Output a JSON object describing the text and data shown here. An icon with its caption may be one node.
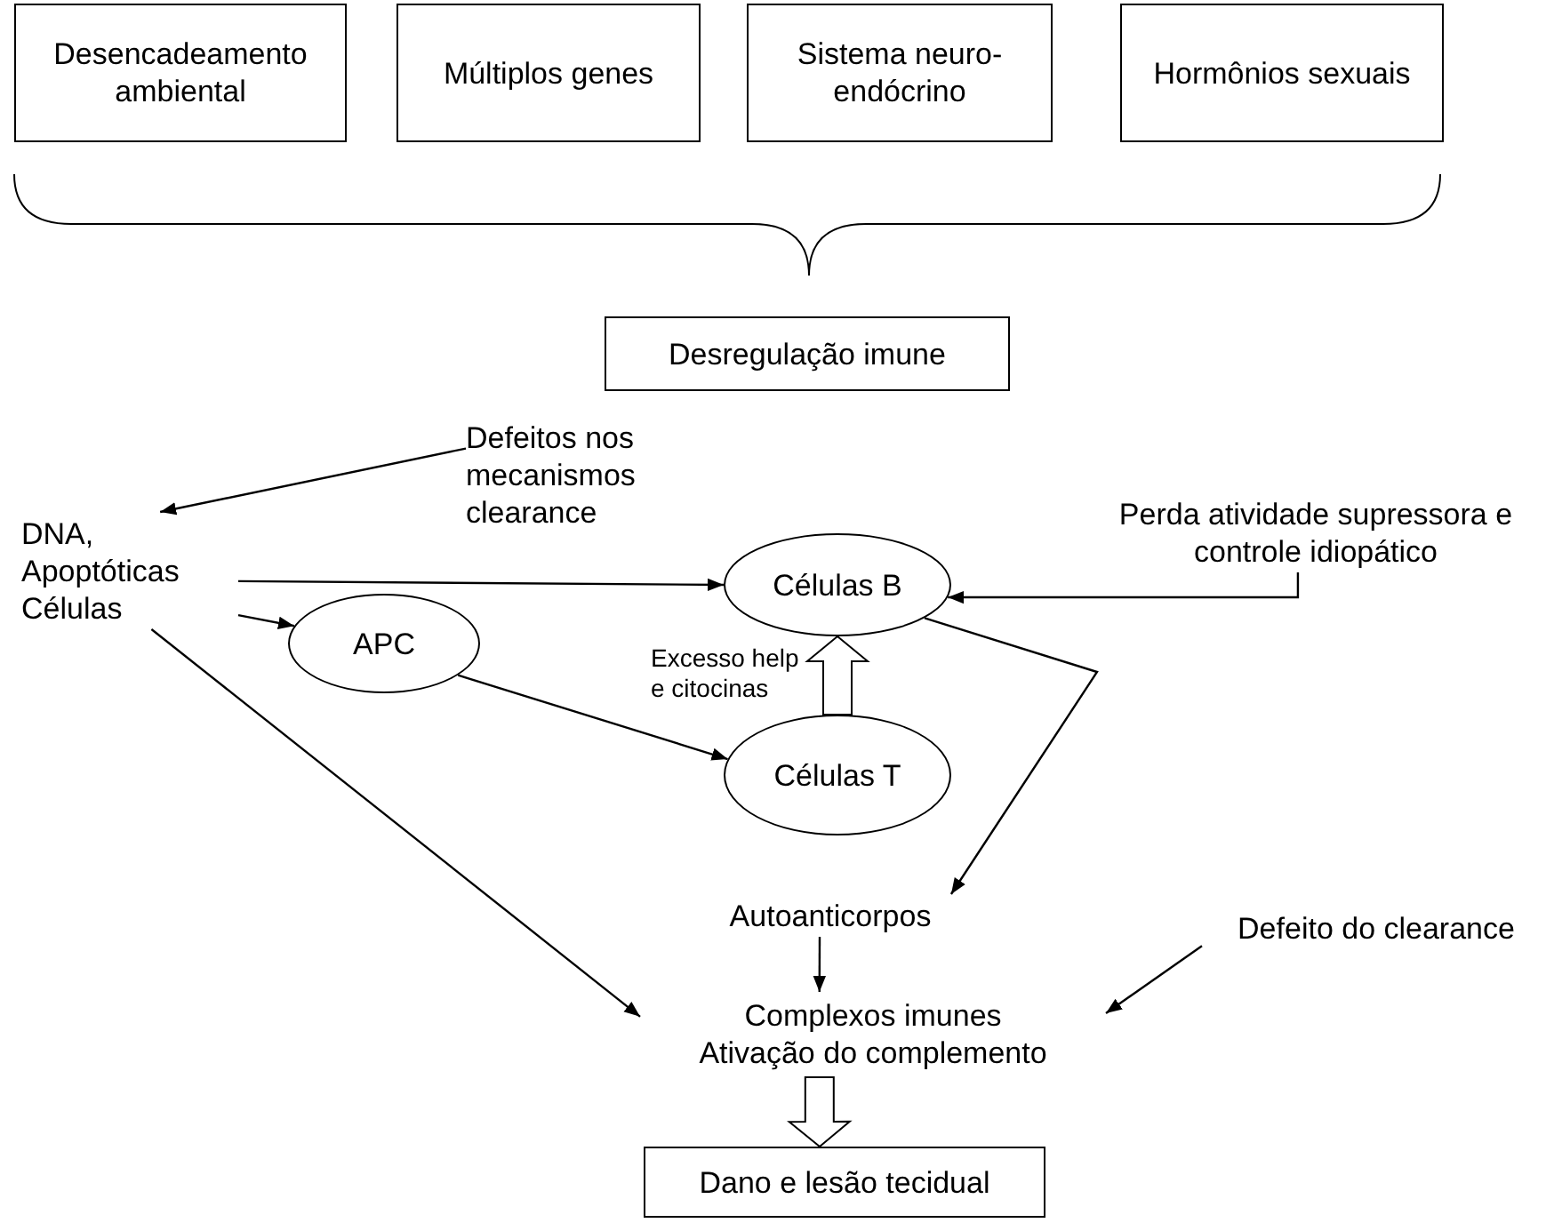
{
  "diagram": {
    "nodes": [
      {
        "text": [
          "Desencadeamento ambiental"
        ]
      },
      {
        "text": [
          "Múltiplos genes"
        ]
      },
      {
        "text": [
          "Sistema neuro-endócrino"
        ]
      },
      {
        "text": [
          "Hormônios sexuais"
        ]
      },
      {
        "text": [
          "Desregulação imune"
        ]
      },
      {
        "text": [
          "Defeitos nos mecanismos clearance"
        ]
      },
      {
        "text": [
          "Perda atividade supressora e controle idiopático"
        ]
      },
      {
        "text": [
          "DNA, Apoptóticas Células"
        ]
      },
      {
        "text": [
          "Células B"
        ]
      },
      {
        "text": [
          "APC"
        ]
      },
      {
        "text": [
          "Células T"
        ]
      },
      {
        "text": [
          "Autoanticorpos"
        ]
      },
      {
        "text": [
          "Defeito do clearance"
        ]
      },
      {
        "text": [
          "Complexos imunes",
          "Ativação do complemento"
        ]
      },
      {
        "text": [
          "Dano e lesão tecidual"
        ]
      }
    ],
    "edges": [
      {
        "from": 5,
        "to": 7,
        "arrow": "to"
      },
      {
        "from": 7,
        "to": 8,
        "arrow": "to"
      },
      {
        "from": 6,
        "to": 8,
        "arrow": "to"
      },
      {
        "from": 7,
        "to": 9,
        "arrow": "to"
      },
      {
        "from": 10,
        "to": 8,
        "arrow": "to",
        "style": "thick",
        "label": "Excesso help e citocinas"
      },
      {
        "from": 9,
        "to": 10,
        "arrow": "to"
      },
      {
        "from": 8,
        "to": 11,
        "arrow": "to"
      },
      {
        "from": 7,
        "to": 13,
        "arrow": "to"
      },
      {
        "from": 11,
        "to": 13,
        "arrow": "to"
      },
      {
        "from": 12,
        "to": 13,
        "arrow": "to"
      },
      {
        "from": 13,
        "to": 14,
        "arrow": "to",
        "style": "thick"
      }
    ]
  }
}
